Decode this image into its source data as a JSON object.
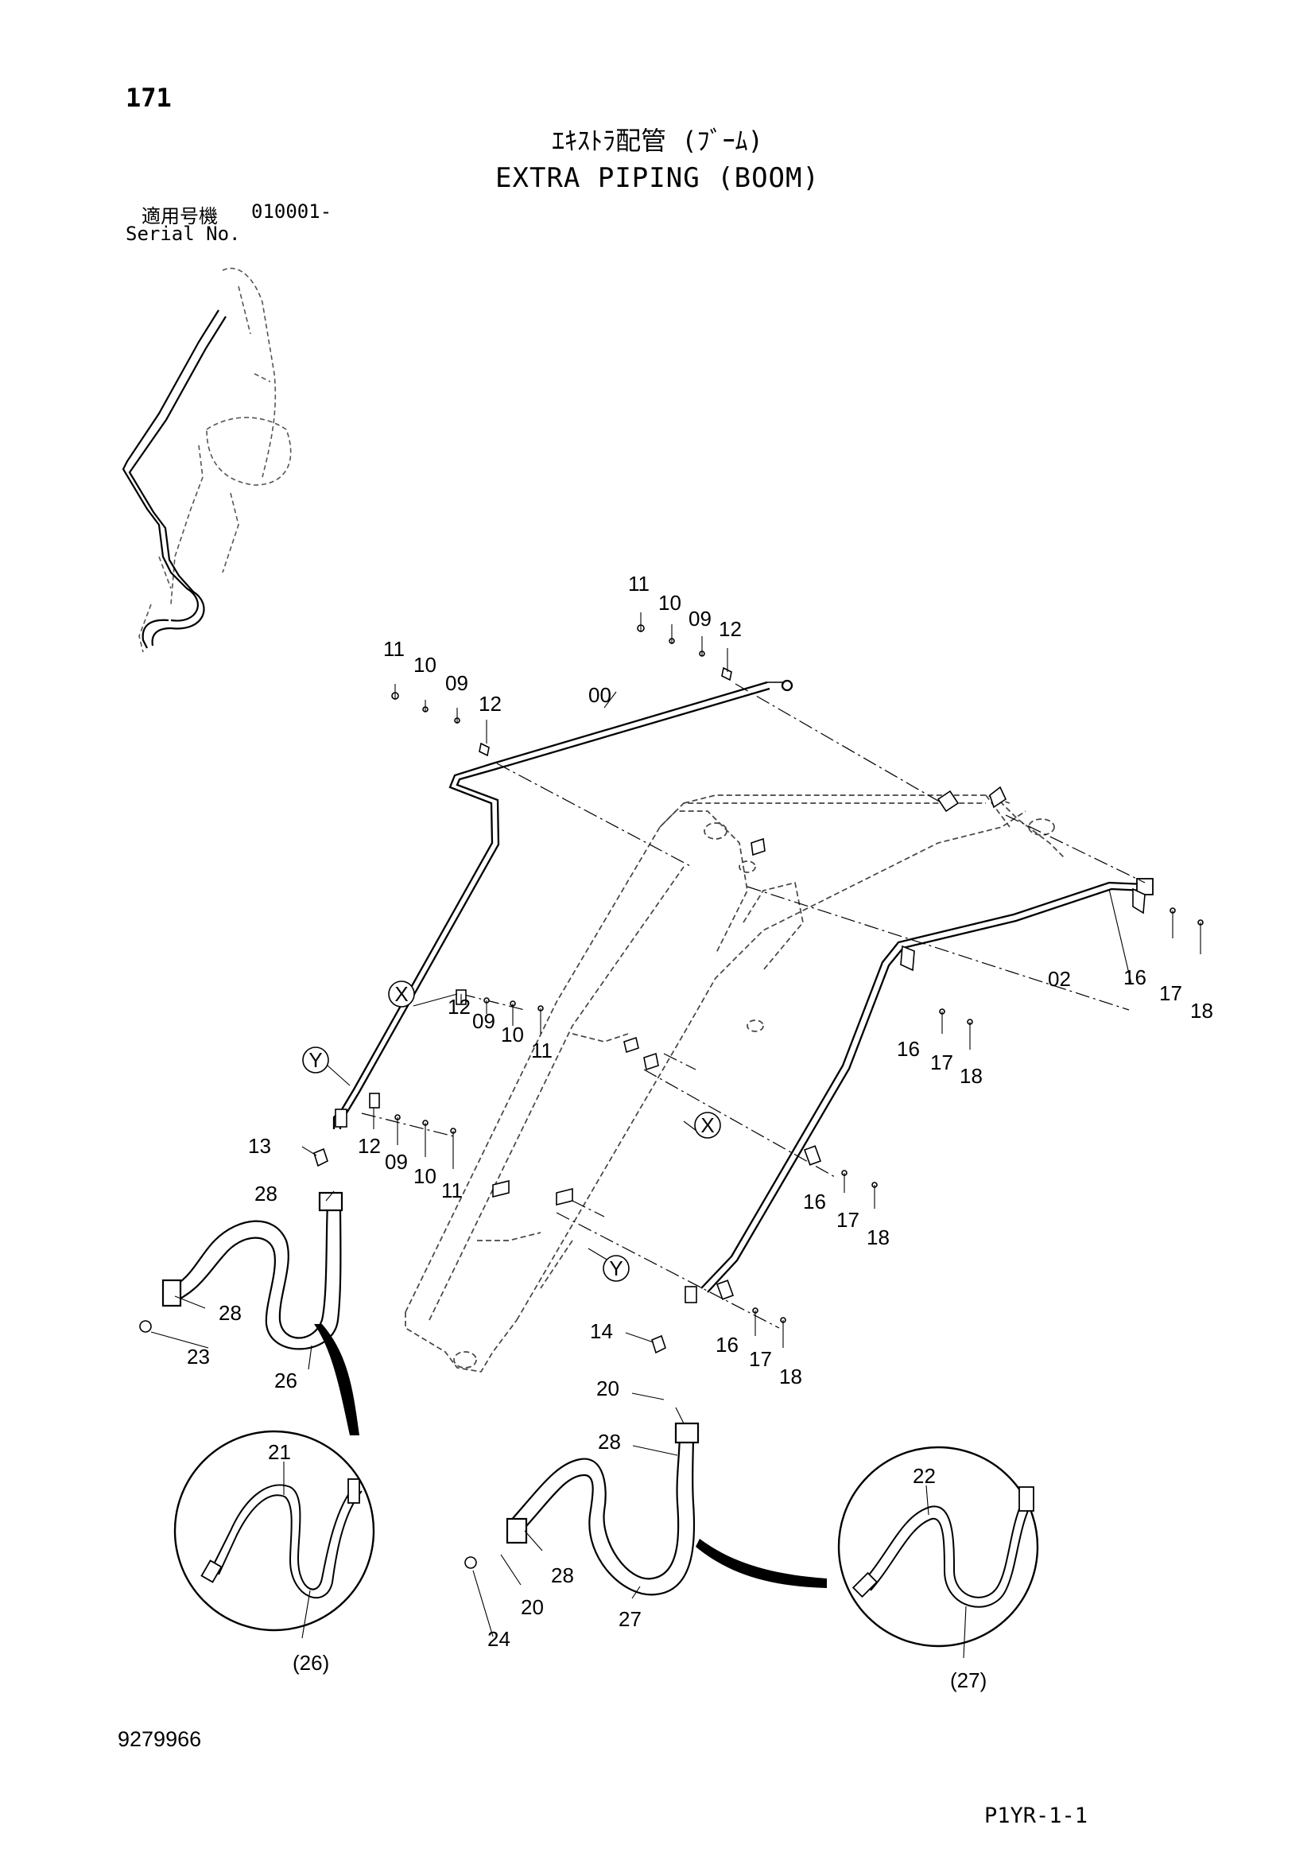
{
  "header": {
    "page_number": "171",
    "title_ja": "ｴｷｽﾄﾗ配管 (ﾌﾞｰﾑ)",
    "title_en": "EXTRA PIPING (BOOM)",
    "serial_label_ja": "適用号機",
    "serial_value": "010001-",
    "serial_label_en": "Serial No."
  },
  "footer": {
    "doc_number": "9279966",
    "page_code": "P1YR-1-1"
  },
  "callouts": {
    "c1": "11",
    "c2": "10",
    "c3": "09",
    "c4": "12",
    "c5": "11",
    "c6": "10",
    "c7": "09",
    "c8": "12",
    "c9": "00",
    "c10": "02",
    "c11": "16",
    "c12": "17",
    "c13": "18",
    "c14": "16",
    "c15": "17",
    "c16": "18",
    "c17": "12",
    "c18": "09",
    "c19": "10",
    "c20": "11",
    "c21": "12",
    "c22": "09",
    "c23": "10",
    "c24": "11",
    "c25": "13",
    "c26": "28",
    "c27": "28",
    "c28": "23",
    "c29": "26",
    "c30": "16",
    "c31": "17",
    "c32": "18",
    "c33": "16",
    "c34": "17",
    "c35": "18",
    "c36": "14",
    "c37": "20",
    "c38": "28",
    "c39": "28",
    "c40": "20",
    "c41": "24",
    "c42": "27",
    "c43": "21",
    "c44": "(26)",
    "c45": "22",
    "c46": "(27)"
  },
  "view_markers": {
    "m1": "X",
    "m2": "Y",
    "m3": "X",
    "m4": "Y"
  }
}
